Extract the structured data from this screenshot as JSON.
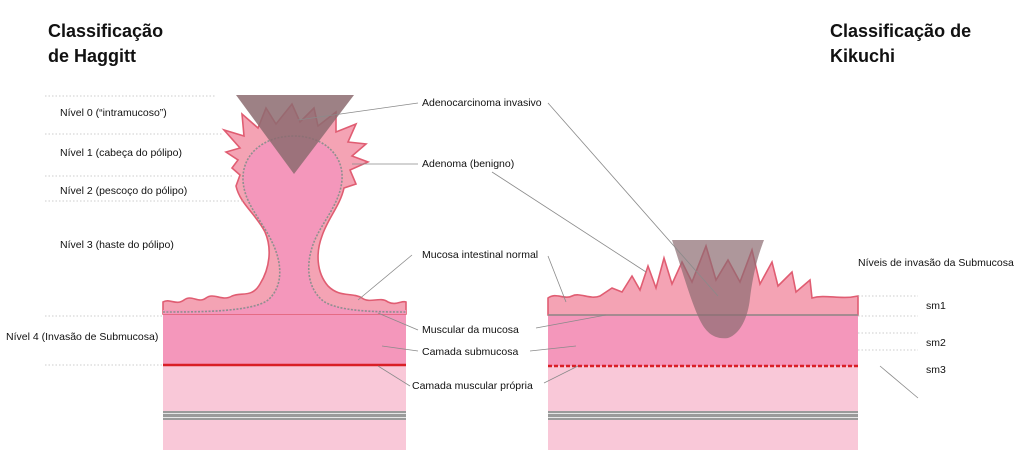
{
  "haggitt": {
    "title_line1": "Classificação",
    "title_line2": "de Haggitt",
    "levels": [
      "Nível 0 (“intramucoso”)",
      "Nível 1 (cabeça do pólipo)",
      "Nível 2 (pescoço do pólipo)",
      "Nível 3 (haste do pólipo)",
      "Nível 4 (Invasão de Submucosa)"
    ]
  },
  "kikuchi": {
    "title_line1": "Classificação de",
    "title_line2": "Kikuchi",
    "submucosa_label": "Níveis de invasão da Submucosa",
    "levels": [
      "sm1",
      "sm2",
      "sm3"
    ]
  },
  "structures": {
    "adenocarcinoma": "Adenocarcinoma invasivo",
    "adenoma": "Adenoma (benigno)",
    "mucosa": "Mucosa intestinal normal",
    "muscular_mucosa": "Muscular da mucosa",
    "submucosa": "Camada submucosa",
    "muscular_propria": "Camada muscular própria"
  },
  "colors": {
    "mucosa": "#f4a3b4",
    "mucosa_outline": "#e05d72",
    "submucosa": "#f497bb",
    "muscular_propria": "#f9c8d8",
    "muscular_mucosa_line": "#8f8f8f",
    "propria_boundary": "#d91f26",
    "tumor": "#8c6b70"
  }
}
